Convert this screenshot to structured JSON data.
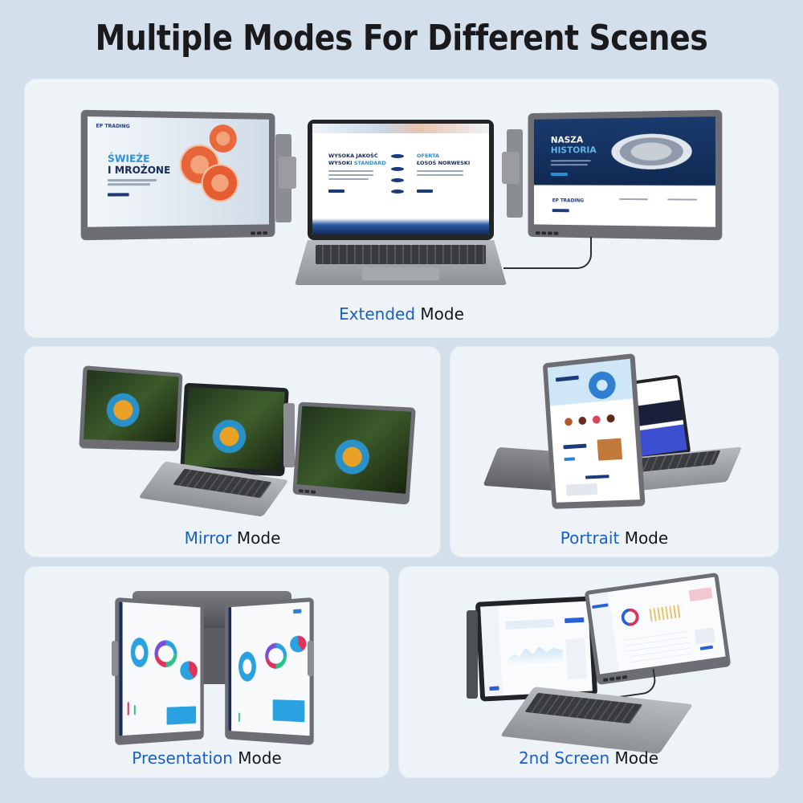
{
  "headline": "Multiple Modes For Different Scenes",
  "colors": {
    "background": "#d3dfeb",
    "card": "#eef3f8",
    "accent_blue": "#1a5fc2",
    "text_dark": "#16171a",
    "device_gray": "#6c6e73"
  },
  "modes": [
    {
      "id": "extended",
      "accent": "Extended",
      "suffix": "Mode",
      "screens": {
        "left": {
          "brand": "EP TRADING",
          "heading_line1": "ŚWIEŻE",
          "heading_line2": "I MROŻONE"
        },
        "center": {
          "col1_line1": "WYSOKA JAKOŚĆ",
          "col1_line2a": "WYSOKI ",
          "col1_line2b": "STANDARD",
          "col2_line1": "OFERTA",
          "col2_line2": "ŁOSOŚ NORWESKI"
        },
        "right": {
          "heading_line1": "NASZA",
          "heading_line2": "HISTORIA",
          "brand": "EP TRADING"
        }
      }
    },
    {
      "id": "mirror",
      "accent": "Mirror",
      "suffix": "Mode"
    },
    {
      "id": "portrait",
      "accent": "Portrait",
      "suffix": "Mode"
    },
    {
      "id": "presentation",
      "accent": "Presentation",
      "suffix": "Mode"
    },
    {
      "id": "second-screen",
      "accent": "2nd Screen",
      "suffix": "Mode"
    }
  ]
}
